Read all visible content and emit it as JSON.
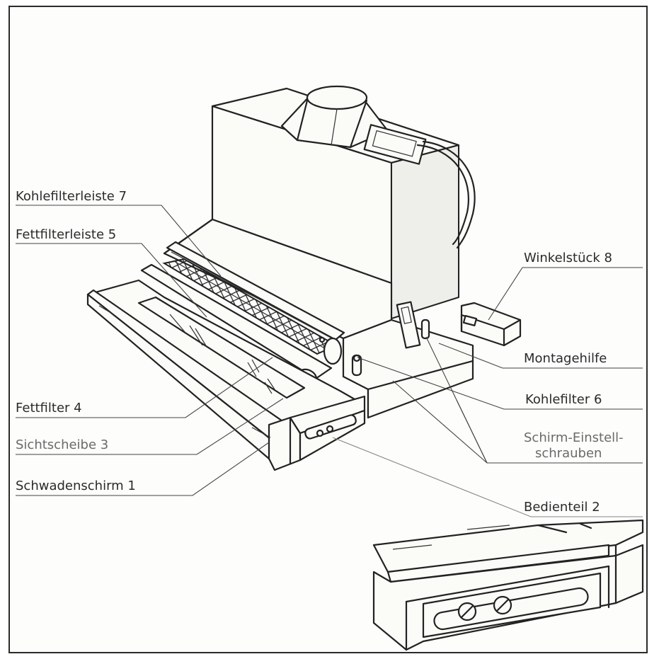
{
  "labels": {
    "kohlefilterleiste": "Kohlefilterleiste 7",
    "fettfilterleiste": "Fettfilterleiste 5",
    "winkelstueck": "Winkelstück 8",
    "montagehilfe": "Montagehilfe",
    "kohlefilter": "Kohlefilter 6",
    "schirm_line1": "Schirm-Einstell-",
    "schirm_line2": "schrauben",
    "fettfilter": "Fettfilter 4",
    "sichtscheibe": "Sichtscheibe 3",
    "schwadenschirm": "Schwadenschirm 1",
    "bedienteil": "Bedienteil 2"
  }
}
